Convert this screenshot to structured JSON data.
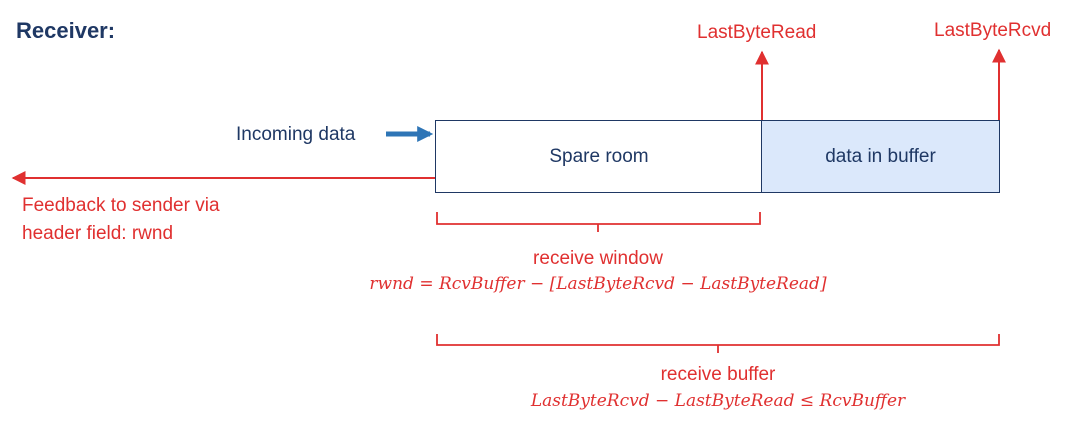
{
  "title": "Receiver:",
  "pointers": {
    "last_byte_read": "LastByteRead",
    "last_byte_rcvd": "LastByteRcvd"
  },
  "incoming_data": "Incoming data",
  "buffer": {
    "spare_room": "Spare room",
    "data_in_buffer": "data in buffer"
  },
  "feedback": {
    "line1": "Feedback to sender via",
    "line2": "header field: rwnd"
  },
  "receive_window": {
    "label": "receive window",
    "formula": "rwnd = RcvBuffer − [LastByteRcvd − LastByteRead]"
  },
  "receive_buffer": {
    "label": "receive buffer",
    "formula": "LastByteRcvd − LastByteRead ≤ RcvBuffer"
  },
  "colors": {
    "navy": "#1f3864",
    "red": "#e03030",
    "arrow_blue": "#2e75b6",
    "buffer_fill": "#dbe8fb"
  }
}
